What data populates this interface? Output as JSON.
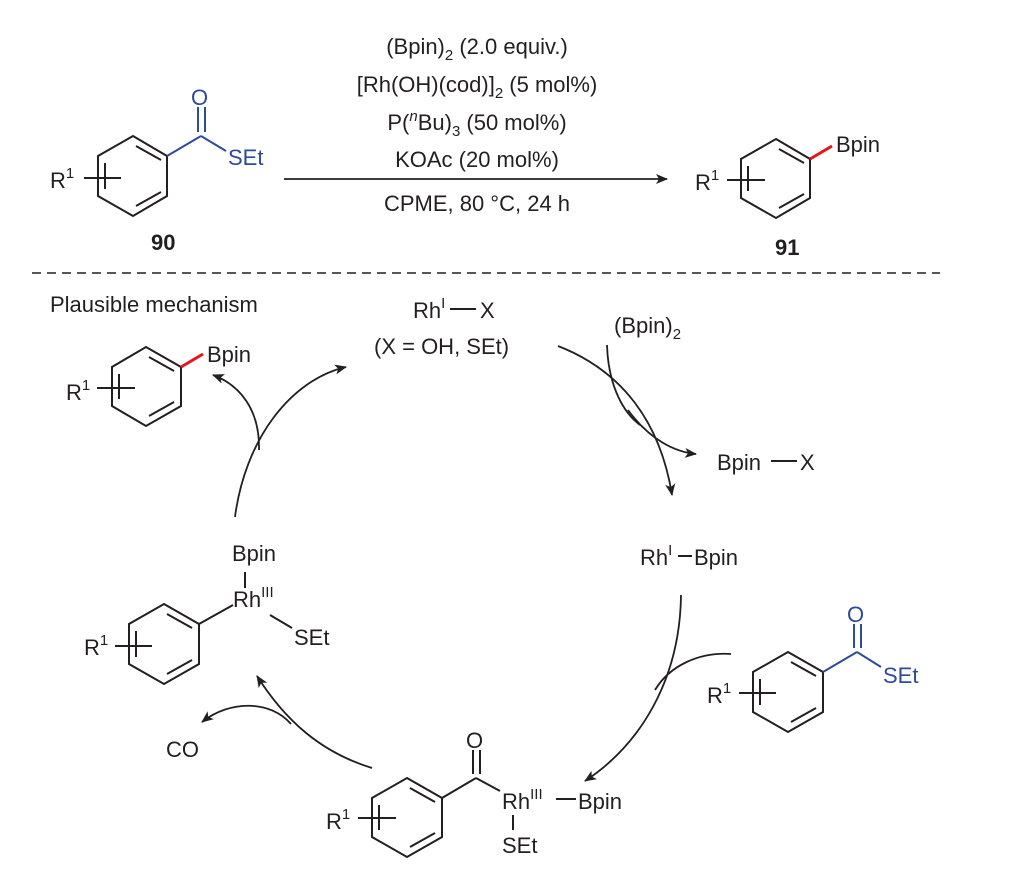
{
  "reaction": {
    "substrate": {
      "label": "90",
      "substituent": "R",
      "substituent_sup": "1",
      "carbonyl_o": "O",
      "thioester": "SEt"
    },
    "product": {
      "label": "91",
      "substituent": "R",
      "substituent_sup": "1",
      "group": "Bpin"
    },
    "conditions": [
      {
        "main": "(Bpin)",
        "sub": "2",
        "rest": " (2.0 equiv.)"
      },
      {
        "main": "[Rh(OH)(cod)]",
        "sub": "2",
        "rest": " (5 mol%)"
      },
      {
        "pre": "P(",
        "sup": "n",
        "main": "Bu)",
        "sub": "3",
        "rest": " (50 mol%)"
      },
      {
        "main": "KOAc (20 mol%)"
      }
    ],
    "conditions_below": "CPME, 80 °C, 24 h"
  },
  "mechanism": {
    "title": "Plausible mechanism",
    "catalyst": {
      "rh": "Rh",
      "ox": "I",
      "bond_partner": "X",
      "note": "(X = OH, SEt)"
    },
    "reagent_in": {
      "main": "(Bpin)",
      "sub": "2"
    },
    "byproduct_out": {
      "left": "Bpin",
      "right": "X"
    },
    "rh_boryl": {
      "rh": "Rh",
      "ox": "I",
      "group": "Bpin"
    },
    "substrate_in": {
      "substituent": "R",
      "substituent_sup": "1",
      "carbonyl_o": "O",
      "thioester": "SEt"
    },
    "acyl_rh": {
      "substituent": "R",
      "substituent_sup": "1",
      "carbonyl_o": "O",
      "rh": "Rh",
      "ox": "III",
      "group": "Bpin",
      "ligand": "SEt"
    },
    "co_out": "CO",
    "aryl_rh": {
      "substituent": "R",
      "substituent_sup": "1",
      "top": "Bpin",
      "rh": "Rh",
      "ox": "III",
      "ligand": "SEt"
    },
    "product_out": {
      "substituent": "R",
      "substituent_sup": "1",
      "group": "Bpin"
    }
  },
  "colors": {
    "ink": "#231f20",
    "thioester_blue": "#2e4a9a",
    "new_bond_red": "#e8141b"
  }
}
